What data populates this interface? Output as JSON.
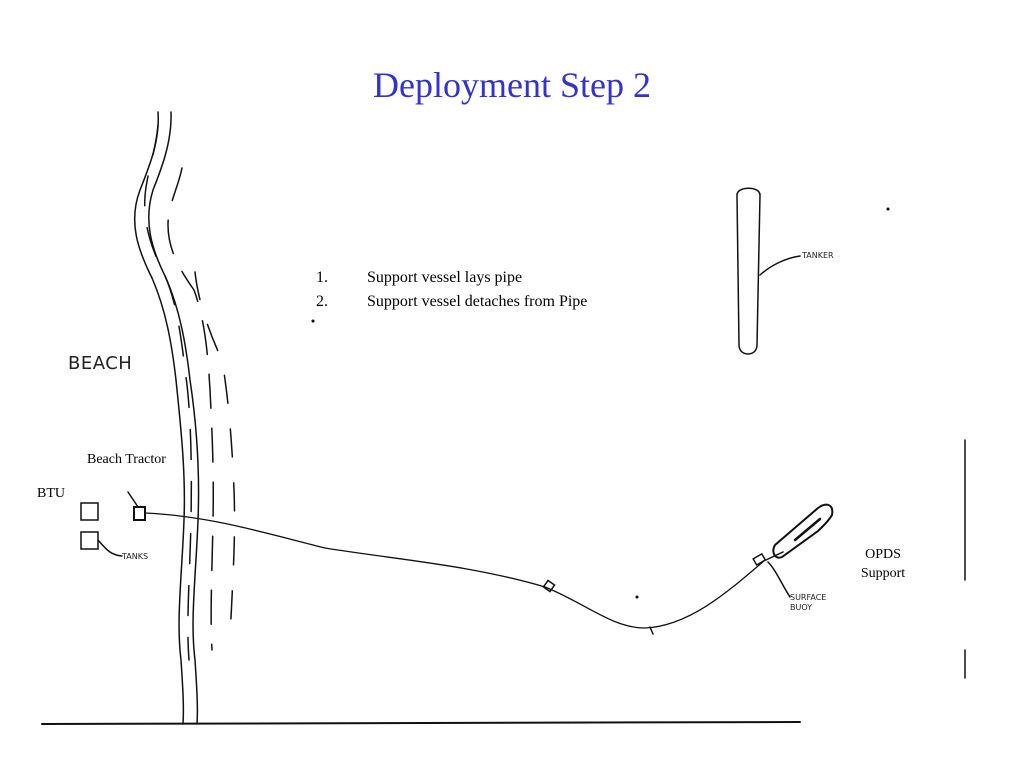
{
  "title": "Deployment Step 2",
  "steps": [
    {
      "number": "1.",
      "text": "Support vessel lays pipe"
    },
    {
      "number": "2.",
      "text": "Support vessel detaches from Pipe"
    }
  ],
  "labels": {
    "beach": "BEACH",
    "tanker": "TANKER",
    "tanks": "TANKS",
    "surface_buoy": "SURFACE BUOY",
    "beach_tractor": "Beach Tractor",
    "btu": "BTU",
    "opds_support": "OPDS Support"
  }
}
